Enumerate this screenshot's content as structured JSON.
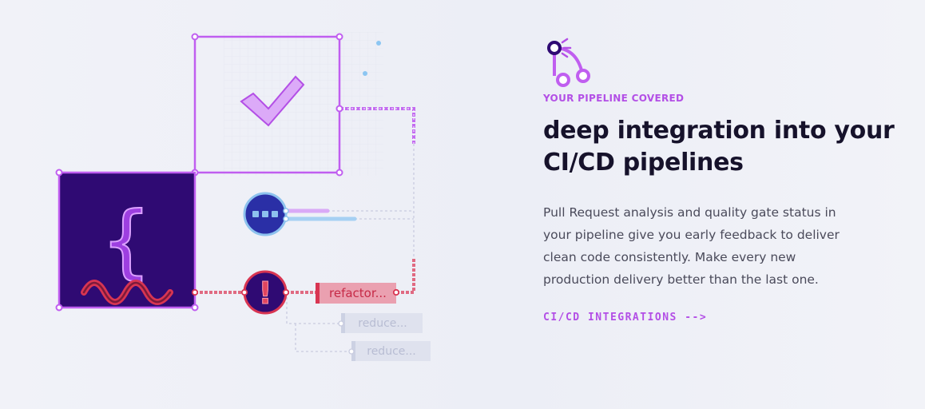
{
  "feature": {
    "eyebrow": "YOUR PIPELINE COVERED",
    "headline_line1": "deep integration into your",
    "headline_line2": "CI/CD pipelines",
    "body": "Pull Request analysis and quality gate status in your pipeline give you early feedback to deliver clean code consistently. Make every new production delivery better than the last one.",
    "cta_label": "CI/CD INTEGRATIONS -->",
    "eyebrow_icon": "pipeline-branch-icon"
  },
  "illustration": {
    "code_block_glyph": "{",
    "alert_glyph": "!",
    "refactor_label": "refactor...",
    "reduce_label_1": "reduce...",
    "reduce_label_2": "reduce..."
  },
  "colors": {
    "accent": "#b34fe6",
    "headline": "#16122b",
    "body": "#4a4a5a",
    "dark_purple": "#2f0a73",
    "alert_red": "#d83552",
    "info_blue": "#7fb6ea"
  }
}
